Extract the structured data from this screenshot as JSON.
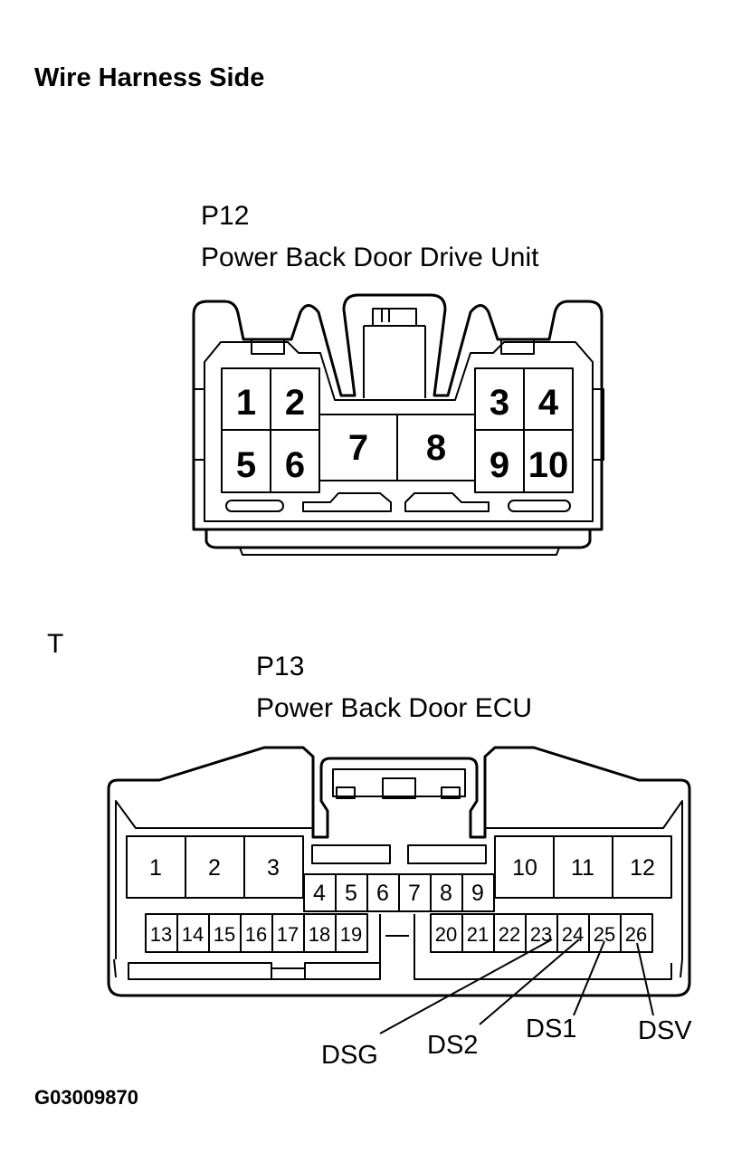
{
  "heading": "Wire Harness Side",
  "figure_id": "G03009870",
  "p12": {
    "code": "P12",
    "name": "Power Back Door Drive Unit",
    "pins": [
      "1",
      "2",
      "3",
      "4",
      "5",
      "6",
      "7",
      "8",
      "9",
      "10"
    ]
  },
  "p13": {
    "section_label": "T",
    "code": "P13",
    "name": "Power Back Door ECU",
    "pins": [
      "1",
      "2",
      "3",
      "4",
      "5",
      "6",
      "7",
      "8",
      "9",
      "10",
      "11",
      "12",
      "13",
      "14",
      "15",
      "16",
      "17",
      "18",
      "19",
      "20",
      "21",
      "22",
      "23",
      "24",
      "25",
      "26"
    ],
    "signals": [
      {
        "label": "DSG",
        "pin": "23"
      },
      {
        "label": "DS2",
        "pin": "24"
      },
      {
        "label": "DS1",
        "pin": "25"
      },
      {
        "label": "DSV",
        "pin": "26"
      }
    ]
  }
}
